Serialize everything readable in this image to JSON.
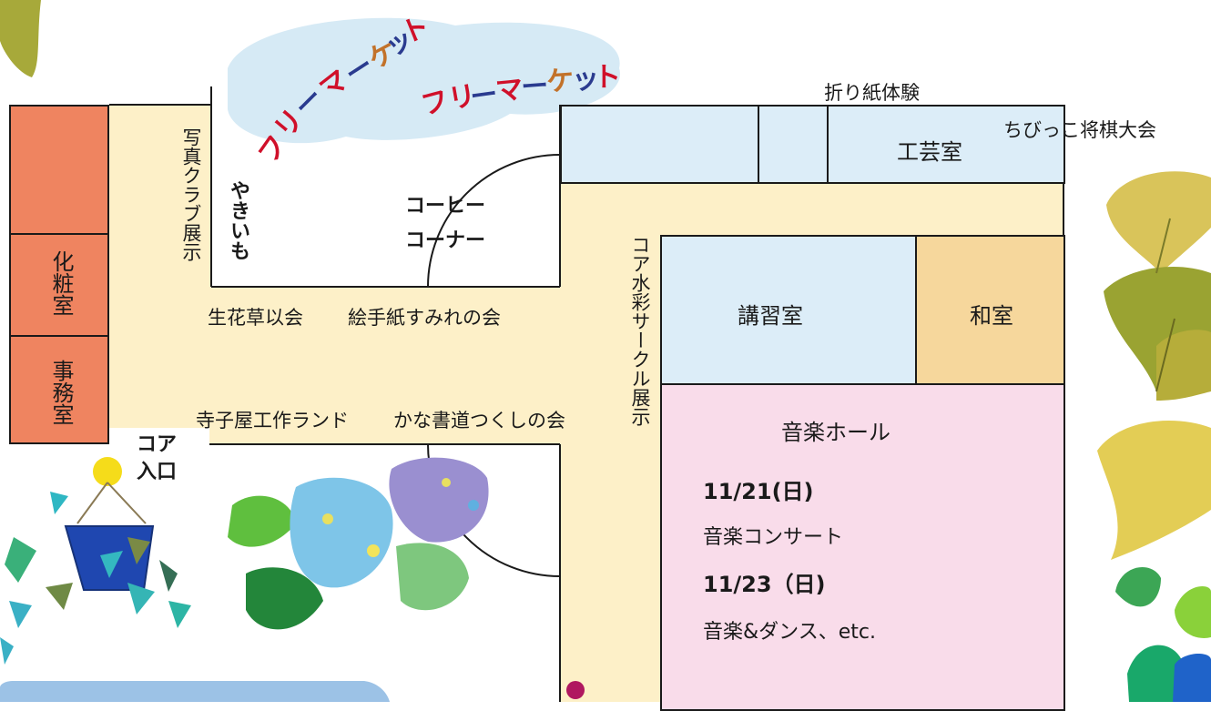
{
  "flea_market": {
    "label_1": [
      "フ",
      "リ",
      "ー",
      "マ",
      "ー",
      "ケ",
      "ッ",
      "ト"
    ],
    "label_2": [
      "フ",
      "リ",
      "ー",
      "マ",
      "ー",
      "ケ",
      "ッ",
      "ト"
    ],
    "char_colors": [
      "#d0102a",
      "#d0102a",
      "#2a3b8f",
      "#d0102a",
      "#2a3b8f",
      "#c2722a",
      "#2a3b8f",
      "#d0102a"
    ]
  },
  "rooms": {
    "makeup_room": "化粧室",
    "office": "事務室",
    "craft_room": "工芸室",
    "lecture_room": "講習室",
    "japanese_room": "和室",
    "music_hall": "音楽ホール"
  },
  "labels": {
    "origami": "折り紙体験",
    "shogi": "ちびっこ将棋大会",
    "photo_club": "写真クラブ展示",
    "yakiimo": "やきいも",
    "coffee_line1": "コーヒー",
    "coffee_line2": "コーナー",
    "watercolor": "コア水彩サークル展示",
    "ikebana": "生花草以会",
    "etegami": "絵手紙すみれの会",
    "terakoya": "寺子屋工作ランド",
    "kana_shodo": "かな書道つくしの会",
    "entrance_line1": "コア",
    "entrance_line2": "入口"
  },
  "music_hall_events": {
    "date_1": "11/21(日)",
    "event_1": "音楽コンサート",
    "date_2": "11/23（日)",
    "event_2": "音楽&ダンス、etc."
  },
  "colors": {
    "corridor": "#fdf0c8",
    "orange_rooms": "#ef8460",
    "blue_rooms": "#dcedf8",
    "japanese_room": "#f6d79c",
    "music_hall": "#f9dcea",
    "cloud": "#d6eaf5"
  },
  "decorations": [
    "ginkgo-leaves-icon",
    "hanging-plant-icon",
    "hydrangea-icon",
    "cello-icon",
    "music-note-icon"
  ]
}
